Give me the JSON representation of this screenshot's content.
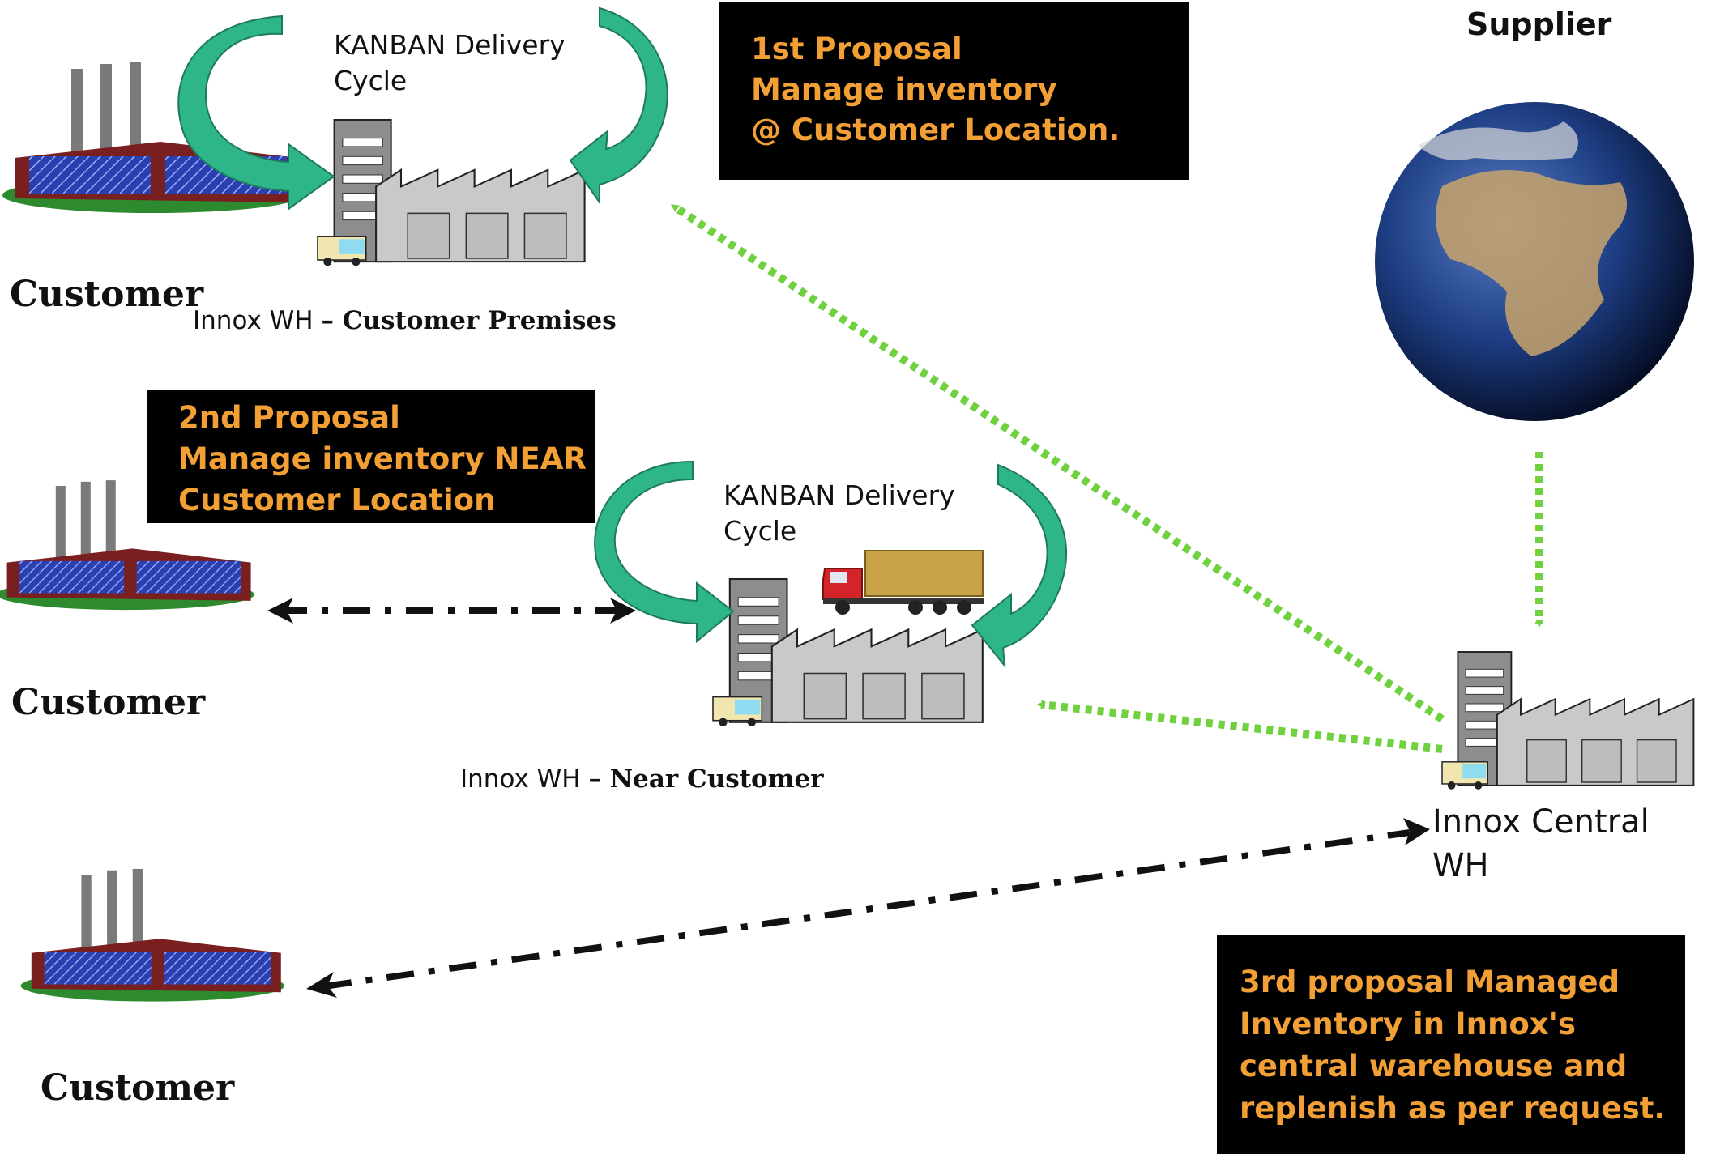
{
  "proposals": {
    "first": {
      "lines": [
        "1st Proposal",
        "Manage inventory",
        "@ Customer Location."
      ]
    },
    "second": {
      "lines": [
        "2nd Proposal",
        "Manage inventory NEAR",
        "Customer Location"
      ]
    },
    "third": {
      "lines": [
        "3rd proposal Managed",
        "Inventory in Innox's",
        "central warehouse and",
        "replenish as per request."
      ]
    }
  },
  "labels": {
    "supplier": "Supplier",
    "kanban_top": [
      "KANBAN Delivery",
      "Cycle"
    ],
    "kanban_mid": [
      "KANBAN Delivery",
      "Cycle"
    ],
    "customer_1": "Customer",
    "customer_2": "Customer",
    "customer_3": "Customer",
    "wh_premises_prefix": "Innox WH",
    "wh_premises_suffix": "– Customer Premises",
    "wh_near_prefix": "Innox WH",
    "wh_near_suffix": "– Near Customer",
    "central_wh": [
      "Innox Central",
      "WH"
    ]
  },
  "colors": {
    "proposal_text": "#f2a036",
    "proposal_bg": "#000000",
    "kanban_arrow": "#2fb58a",
    "supply_arrow": "#6fd13f",
    "delivery_arrow": "#111111"
  }
}
